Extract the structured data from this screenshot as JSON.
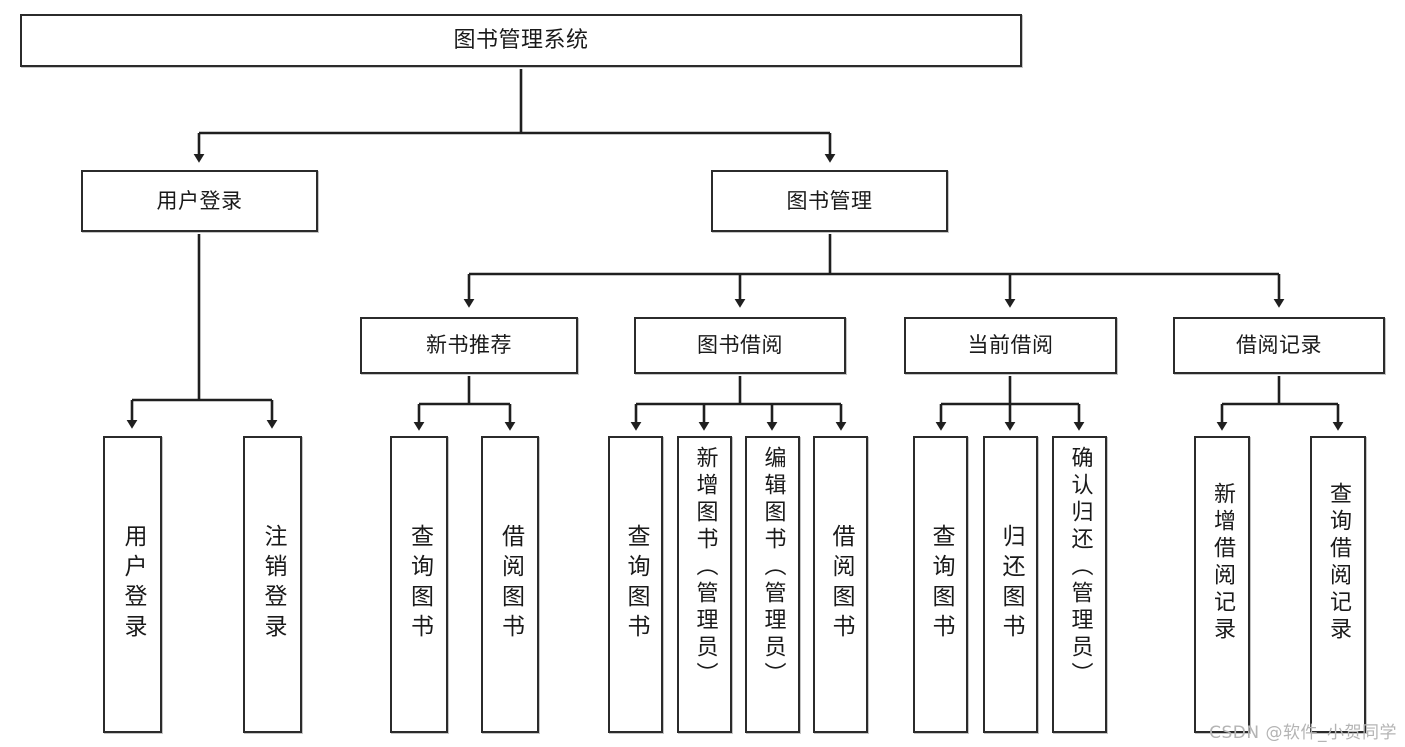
{
  "diagram": {
    "type": "tree",
    "title": "图书管理系统",
    "orientation": "top-down",
    "colors": {
      "box_border": "#2b2b2b",
      "box_fill": "#ffffff",
      "edge": "#1f1f1f",
      "text": "#1a1a1a",
      "watermark": "#b4b4b4",
      "background": "#ffffff"
    }
  },
  "nodes": {
    "root": {
      "label": "图书管理系统"
    },
    "level2": [
      {
        "id": "user-login",
        "label": "用户登录"
      },
      {
        "id": "book-management",
        "label": "图书管理"
      }
    ],
    "level3": [
      {
        "id": "new-book-recommend",
        "label": "新书推荐"
      },
      {
        "id": "book-borrow",
        "label": "图书借阅"
      },
      {
        "id": "current-borrow",
        "label": "当前借阅"
      },
      {
        "id": "borrow-record",
        "label": "借阅记录"
      }
    ],
    "leaves": {
      "user_login": [
        {
          "id": "leaf-user-login",
          "label": "用户登录"
        },
        {
          "id": "leaf-logout-login",
          "label": "注销登录"
        }
      ],
      "new_book_recommend": [
        {
          "id": "leaf-query-book-1",
          "label": "查询图书"
        },
        {
          "id": "leaf-borrow-book-1",
          "label": "借阅图书"
        }
      ],
      "book_borrow": [
        {
          "id": "leaf-query-book-2",
          "label": "查询图书"
        },
        {
          "id": "leaf-add-book",
          "label": "新增图书（管理员）"
        },
        {
          "id": "leaf-edit-book",
          "label": "编辑图书（管理员）"
        },
        {
          "id": "leaf-borrow-book-2",
          "label": "借阅图书"
        }
      ],
      "current_borrow": [
        {
          "id": "leaf-query-book-3",
          "label": "查询图书"
        },
        {
          "id": "leaf-return-book",
          "label": "归还图书"
        },
        {
          "id": "leaf-confirm-return",
          "label": "确认归还（管理员）"
        }
      ],
      "borrow_record": [
        {
          "id": "leaf-add-borrow-record",
          "label": "新增借阅记录"
        },
        {
          "id": "leaf-query-borrow-record",
          "label": "查询借阅记录"
        }
      ]
    }
  },
  "watermark": {
    "text": "CSDN @软件_小贺同学"
  }
}
